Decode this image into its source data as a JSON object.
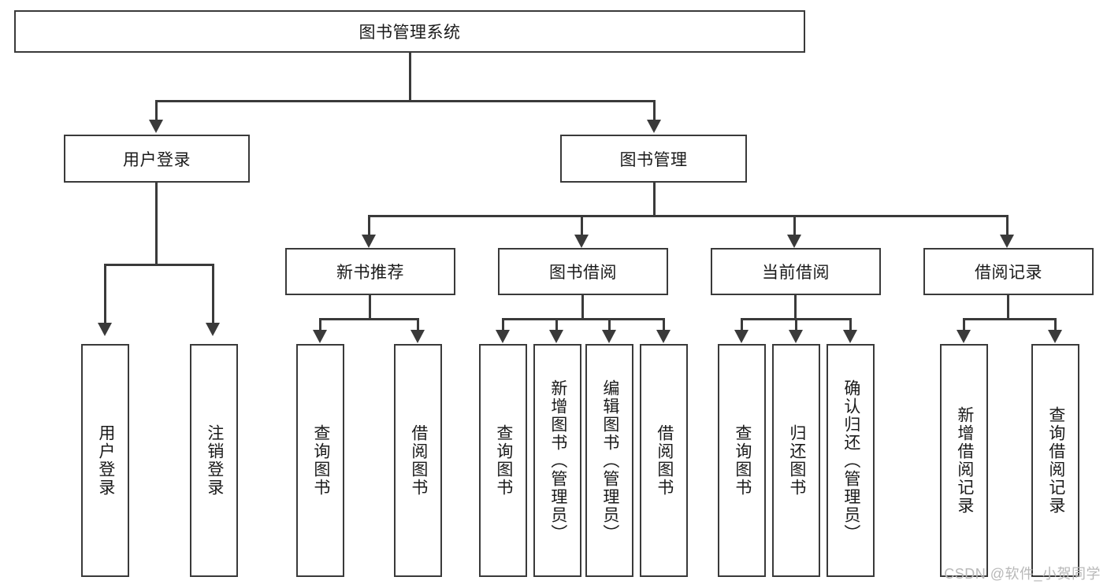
{
  "diagram": {
    "title": "图书管理系统",
    "type": "tree-hierarchy-diagram",
    "colors": {
      "stroke": "#3a3a3a",
      "fill": "#ffffff",
      "text": "#1a1a1a",
      "watermark": "#b8b8b8"
    },
    "root": {
      "label": "图书管理系统"
    },
    "level2": [
      {
        "label": "用户登录"
      },
      {
        "label": "图书管理"
      }
    ],
    "level3": [
      {
        "label": "新书推荐"
      },
      {
        "label": "图书借阅"
      },
      {
        "label": "当前借阅"
      },
      {
        "label": "借阅记录"
      }
    ],
    "leaves": {
      "user_login": [
        {
          "label": "用户登录"
        },
        {
          "label": "注销登录"
        }
      ],
      "new_book_recommend": [
        {
          "label": "查询图书"
        },
        {
          "label": "借阅图书"
        }
      ],
      "book_borrow": [
        {
          "label": "查询图书"
        },
        {
          "label": "新增图书（管理员）"
        },
        {
          "label": "编辑图书（管理员）"
        },
        {
          "label": "借阅图书"
        }
      ],
      "current_borrow": [
        {
          "label": "查询图书"
        },
        {
          "label": "归还图书"
        },
        {
          "label": "确认归还（管理员）"
        }
      ],
      "borrow_record": [
        {
          "label": "新增借阅记录"
        },
        {
          "label": "查询借阅记录"
        }
      ]
    }
  },
  "watermark": {
    "text": "CSDN @软件_小贺同学"
  }
}
